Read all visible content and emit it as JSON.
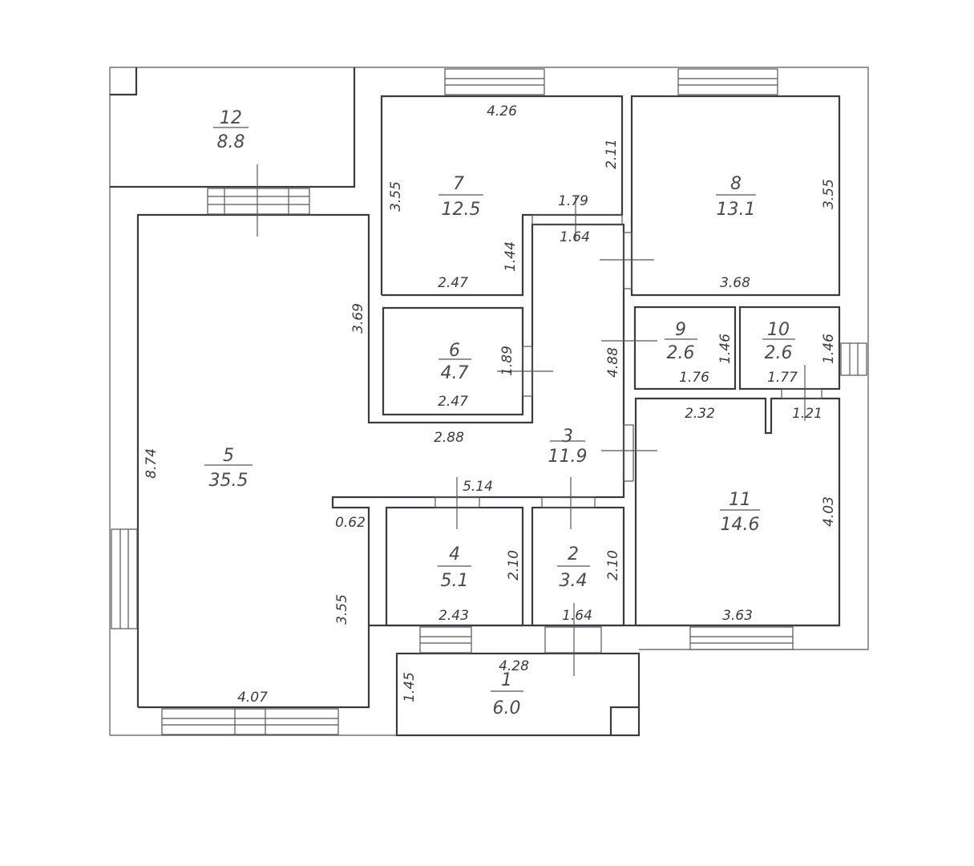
{
  "rooms": [
    {
      "number": "12",
      "area": "8.8"
    },
    {
      "number": "7",
      "area": "12.5"
    },
    {
      "number": "8",
      "area": "13.1"
    },
    {
      "number": "6",
      "area": "4.7"
    },
    {
      "number": "9",
      "area": "2.6"
    },
    {
      "number": "10",
      "area": "2.6"
    },
    {
      "number": "3",
      "area": "11.9"
    },
    {
      "number": "5",
      "area": "35.5"
    },
    {
      "number": "11",
      "area": "14.6"
    },
    {
      "number": "4",
      "area": "5.1"
    },
    {
      "number": "2",
      "area": "3.4"
    },
    {
      "number": "1",
      "area": "6.0"
    }
  ],
  "dimensions": [
    "4.26",
    "2.11",
    "3.55",
    "1.79",
    "1.64",
    "1.44",
    "2.47",
    "3.68",
    "3.55",
    "3.69",
    "1.89",
    "2.47",
    "4.88",
    "1.46",
    "1.76",
    "1.77",
    "1.46",
    "2.32",
    "1.21",
    "2.88",
    "5.14",
    "0.62",
    "8.74",
    "4.03",
    "2.10",
    "2.10",
    "3.55",
    "2.43",
    "1.64",
    "3.63",
    "4.28",
    "1.45",
    "4.07"
  ]
}
